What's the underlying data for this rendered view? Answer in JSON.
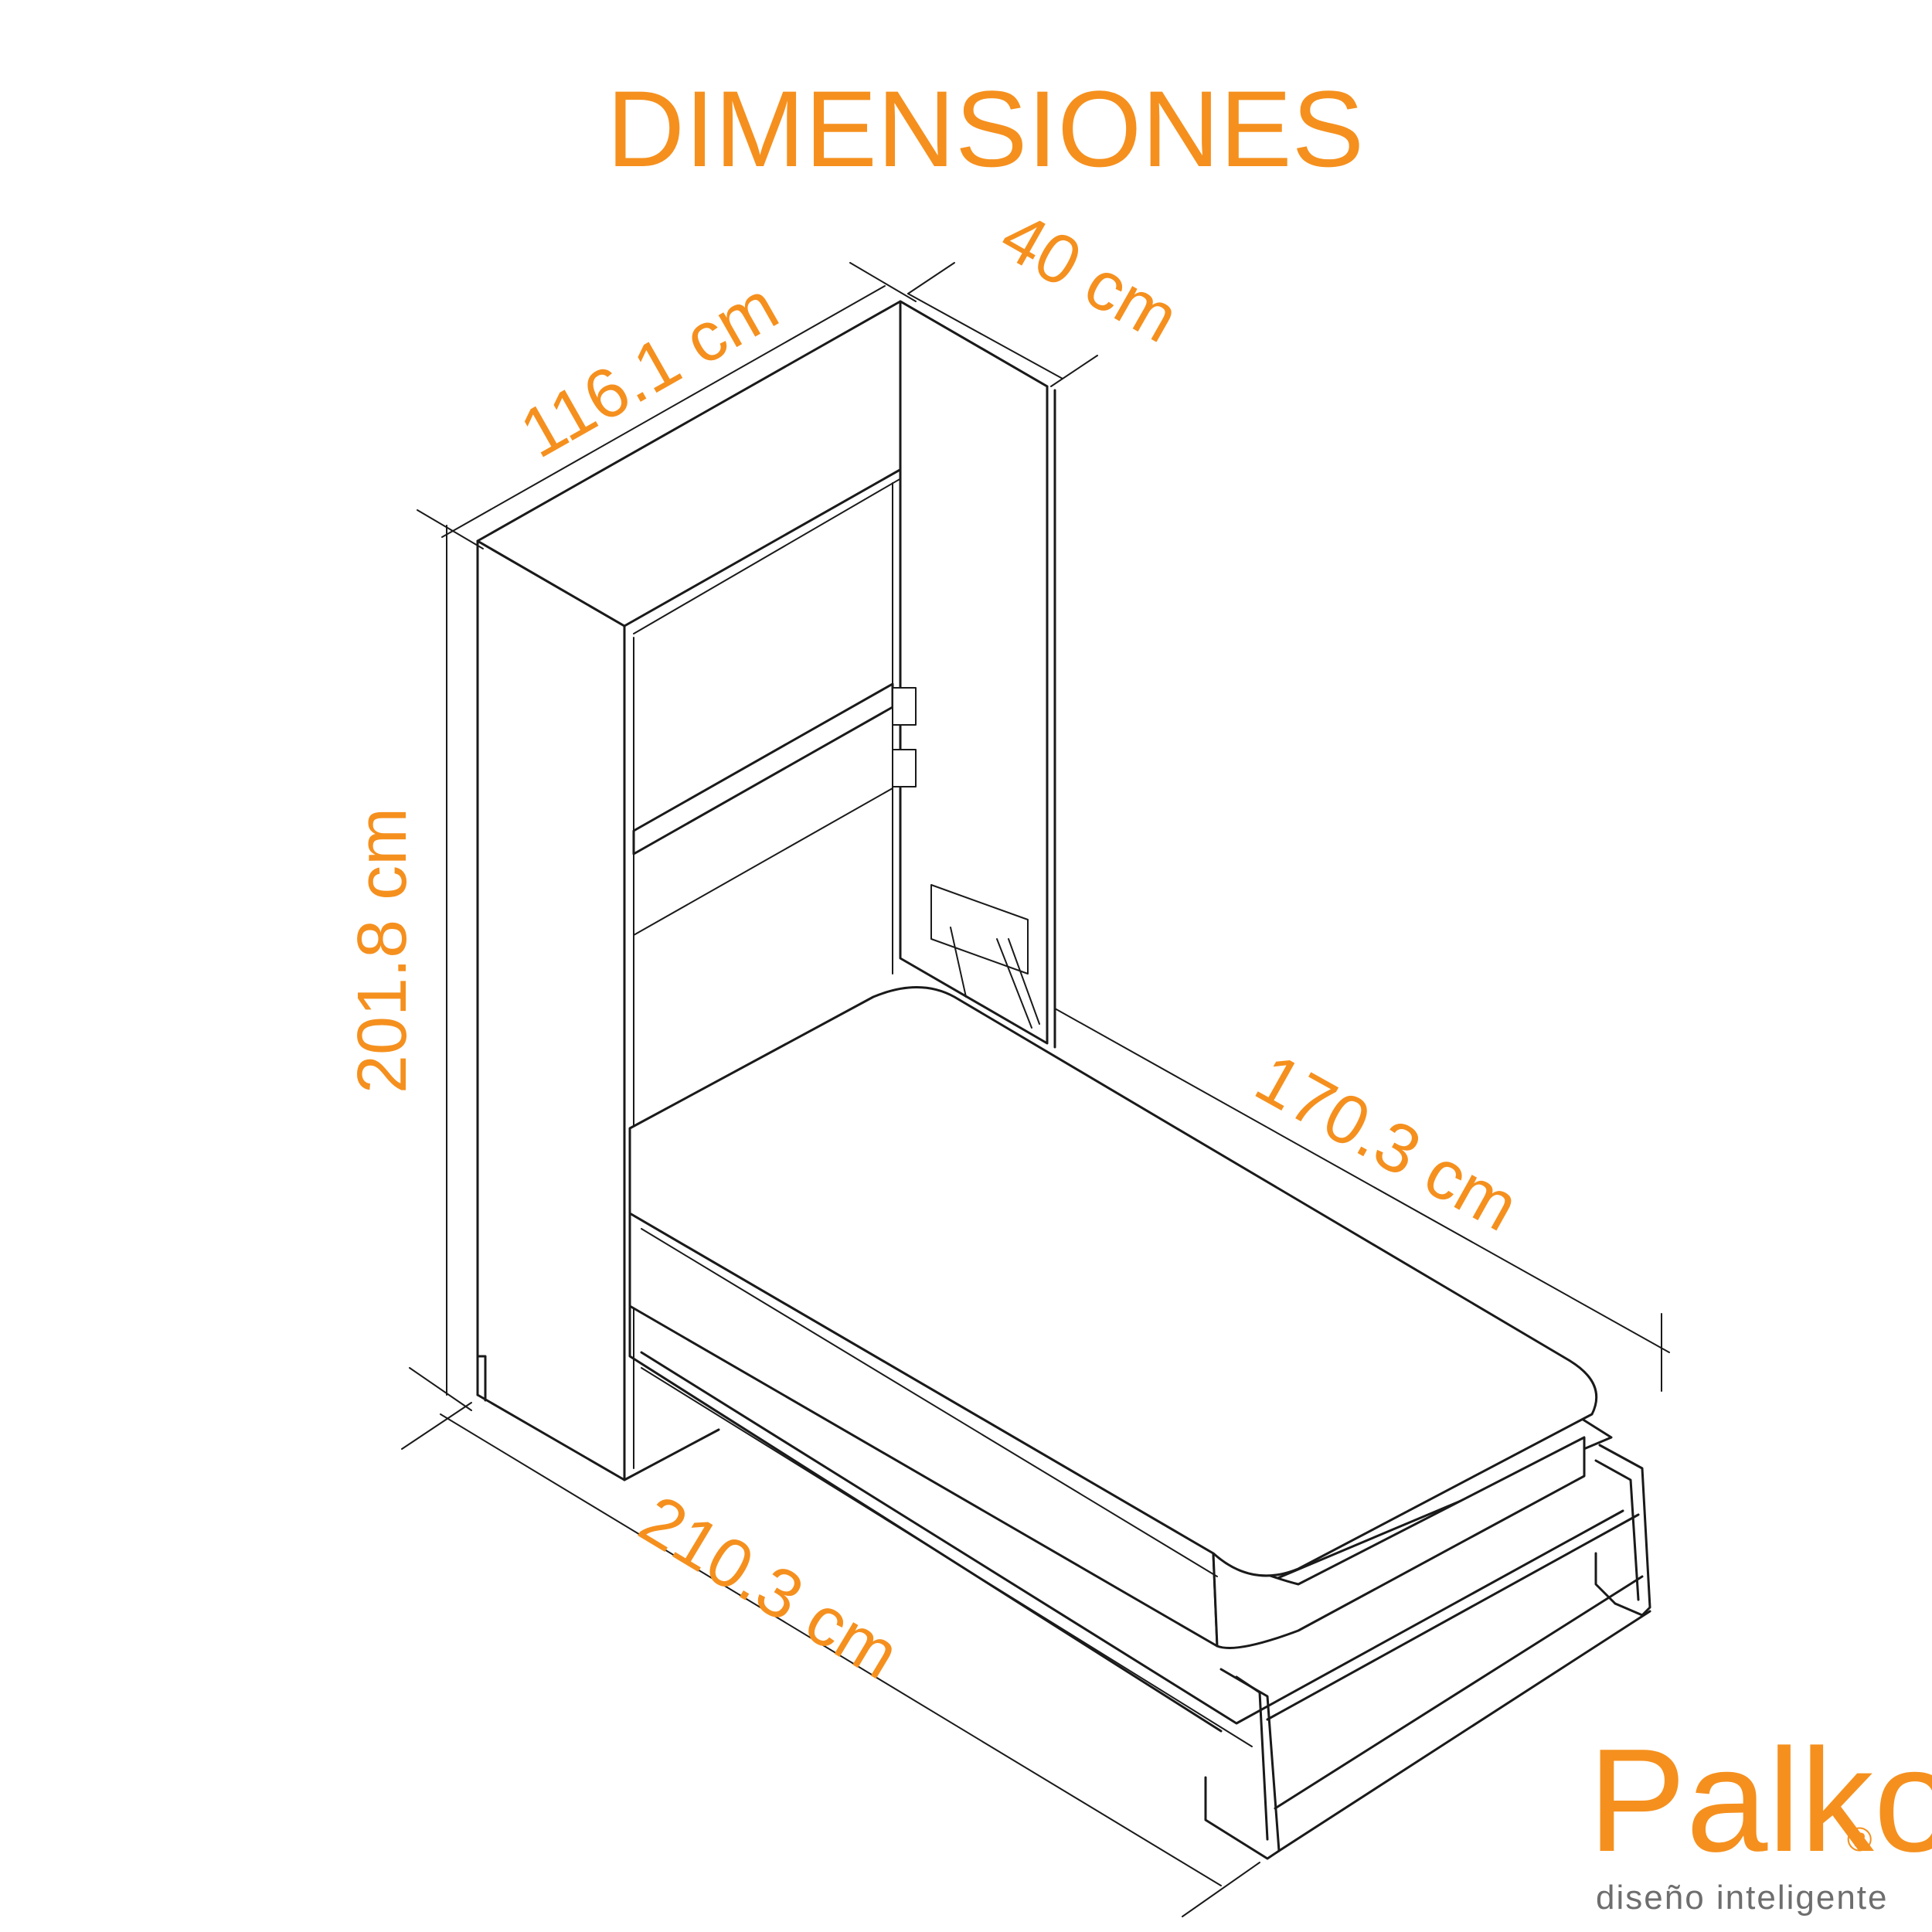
{
  "title": "DIMENSIONES",
  "dimensions": {
    "width": "116.1 cm",
    "depth": "40 cm",
    "height": "201.8 cm",
    "open_length": "210.3 cm",
    "bed_length": "170.3 cm"
  },
  "brand": {
    "name": "Palko",
    "registered": "®",
    "tagline": "diseño inteligente"
  },
  "colors": {
    "accent": "#F5901E",
    "line": "#1a1a1a",
    "tagline": "#6e6e6e"
  }
}
